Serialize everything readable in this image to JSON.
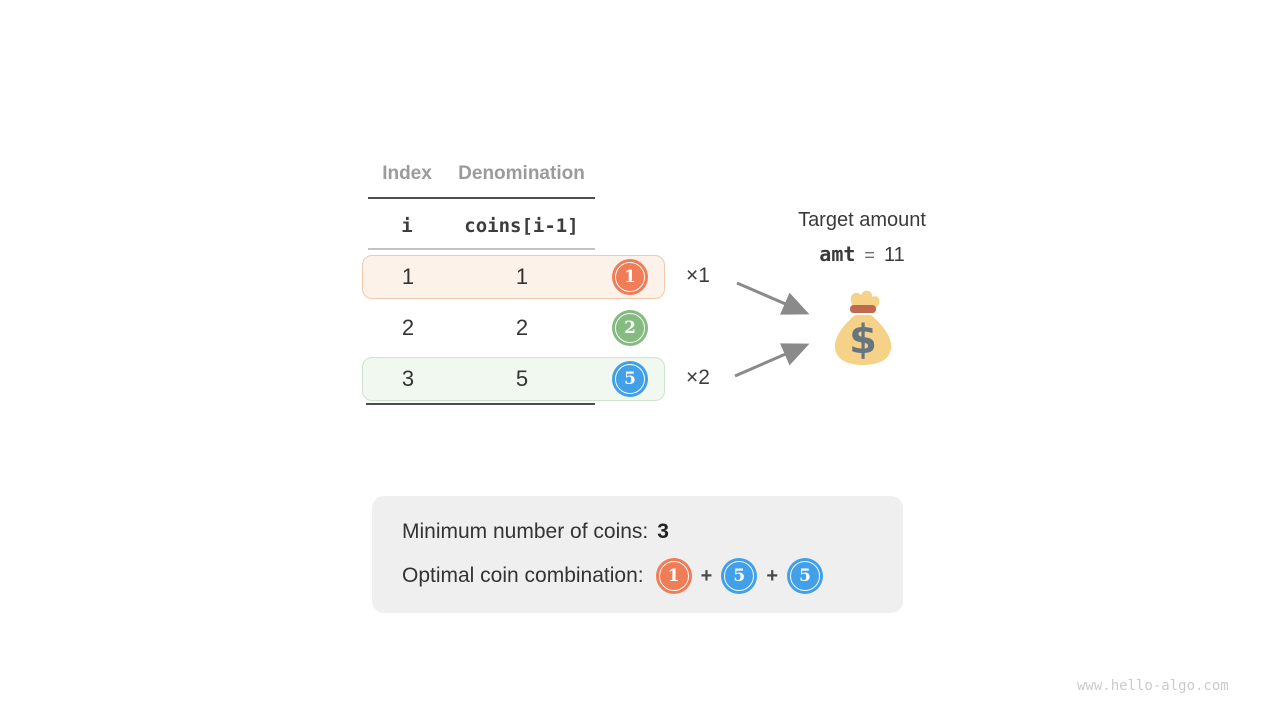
{
  "table": {
    "headers": {
      "index": "Index",
      "denomination": "Denomination"
    },
    "subheaders": {
      "index": "i",
      "denomination": "coins[i-1]"
    },
    "rows": [
      {
        "index": "1",
        "denomination": "1",
        "coin_value": "1",
        "coin_color": "#ee7d58",
        "highlight": "orange",
        "multiplier": "×1"
      },
      {
        "index": "2",
        "denomination": "2",
        "coin_value": "2",
        "coin_color": "#85ba80",
        "highlight": "none",
        "multiplier": ""
      },
      {
        "index": "3",
        "denomination": "5",
        "coin_value": "5",
        "coin_color": "#41a0e8",
        "highlight": "green",
        "multiplier": "×2"
      }
    ]
  },
  "target": {
    "label": "Target amount",
    "variable": "amt",
    "equals": "=",
    "value": "11",
    "icon": "money-bag-icon"
  },
  "result": {
    "min_label": "Minimum number of coins:",
    "min_value": "3",
    "combo_label": "Optimal coin combination:",
    "plus": "+",
    "combo_coins": [
      {
        "value": "1",
        "color": "#ee7d58"
      },
      {
        "value": "5",
        "color": "#41a0e8"
      },
      {
        "value": "5",
        "color": "#41a0e8"
      }
    ]
  },
  "watermark": "www.hello-algo.com",
  "colors": {
    "row_orange_bg": "#fdf2ea",
    "row_orange_border": "#f3c9ad",
    "row_green_bg": "#f1f8f0",
    "row_green_border": "#cde4cc",
    "rule_dark": "#4d4d4d",
    "rule_light": "#c2c2c2",
    "result_box_bg": "#efefef",
    "arrow": "#8a8a8a",
    "bag_body": "#f6d289",
    "bag_tie": "#c0694e",
    "bag_dollar": "#66757f"
  }
}
